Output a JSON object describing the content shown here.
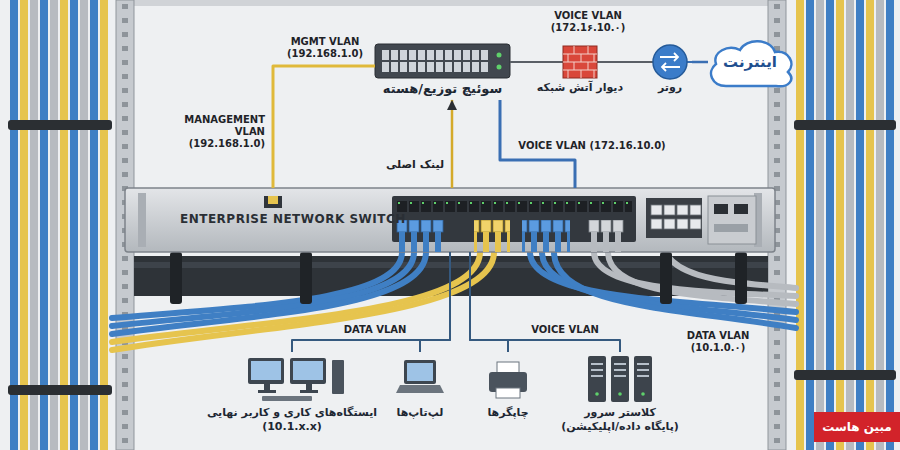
{
  "diagram": {
    "nodes": [
      {
        "text": [
          "سوئیچ توزیع/هسته"
        ]
      },
      {
        "text": [
          "دیوار آتش شبکه"
        ]
      },
      {
        "text": [
          "روتر"
        ]
      },
      {
        "text": [
          "اینترنت"
        ]
      },
      {
        "text": [
          "ENTERPRISE NETWORK SWITCH"
        ]
      },
      {
        "text": [
          "ایستگاه‌های کاری و کاربر نهایی",
          "(10.1.x.x)"
        ]
      },
      {
        "text": [
          "لپ‌تاپ‌ها"
        ]
      },
      {
        "text": [
          "چاپگرها"
        ]
      },
      {
        "text": [
          "کلاستر سرور",
          "(پایگاه داده/اپلیکیشن)"
        ]
      }
    ],
    "edges": [
      {
        "from": 4,
        "to": 0,
        "arrow": "none",
        "label": "MGMT VLAN (192.168.1.0)"
      },
      {
        "from": 4,
        "to": 0,
        "arrow": "to",
        "label": "لینک اصلی"
      },
      {
        "from": 4,
        "to": 0,
        "arrow": "none",
        "label": "VOICE VLAN (172.16.10.0)"
      },
      {
        "from": 0,
        "to": 1,
        "arrow": "none",
        "label": "VOICE VLAN (172.1۶.10.۰)"
      },
      {
        "from": 1,
        "to": 2,
        "arrow": "none"
      },
      {
        "from": 2,
        "to": 3,
        "arrow": "none"
      },
      {
        "from": 4,
        "to": 5,
        "arrow": "none"
      },
      {
        "from": 4,
        "to": 6,
        "arrow": "none"
      },
      {
        "from": 4,
        "to": 7,
        "arrow": "none"
      },
      {
        "from": 4,
        "to": 8,
        "arrow": "none"
      }
    ],
    "labels": [
      "MANAGEMENT VLAN (192.168.1.0)",
      "DATA VLAN",
      "VOICE VLAN",
      "DATA VLAN (10.1.0.۰)",
      "مبین هاست"
    ]
  }
}
